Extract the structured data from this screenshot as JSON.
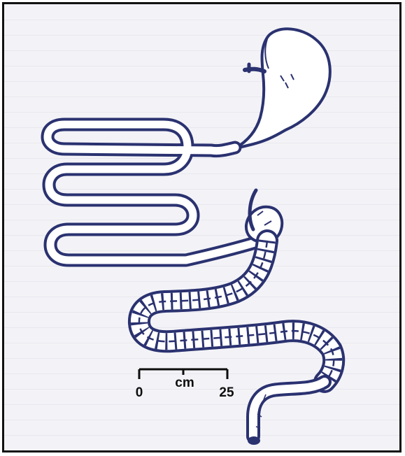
{
  "figure": {
    "parts": [
      "stomach-icon",
      "small-intestine-icon",
      "cecum-icon",
      "colon-icon",
      "rectum-icon"
    ]
  },
  "scale_bar": {
    "start_label": "0",
    "unit_label": "cm",
    "end_label": "25"
  },
  "colors": {
    "ink": "#2b3070",
    "frame": "#111111",
    "background": "#f3f3f7"
  }
}
